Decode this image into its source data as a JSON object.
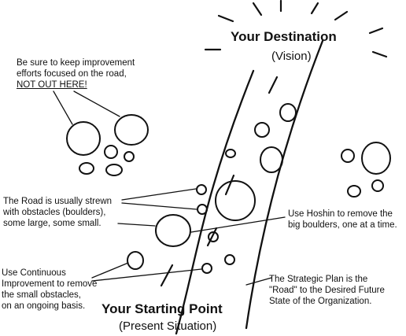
{
  "destination": {
    "title": "Your Destination",
    "subtitle": "(Vision)"
  },
  "start": {
    "title": "Your Starting Point",
    "subtitle": "(Present Situation)"
  },
  "notes": {
    "keep_focus": {
      "line1": "Be sure to keep improvement",
      "line2": "efforts focused on the road,",
      "line3": "NOT OUT HERE!"
    },
    "road_strewn": {
      "line1": "The Road is usually strewn",
      "line2": "with obstacles (boulders),",
      "line3": "some large, some small."
    },
    "hoshin": {
      "line1": "Use Hoshin to remove the",
      "line2": "big boulders, one at a time."
    },
    "continuous": {
      "line1": "Use Continuous",
      "line2": "Improvement to remove",
      "line3": "the small obstacles,",
      "line4": "on an ongoing basis."
    },
    "strategic": {
      "line1": "The Strategic Plan is the",
      "line2": "\"Road\" to the Desired Future",
      "line3": "State of the Organization."
    }
  }
}
